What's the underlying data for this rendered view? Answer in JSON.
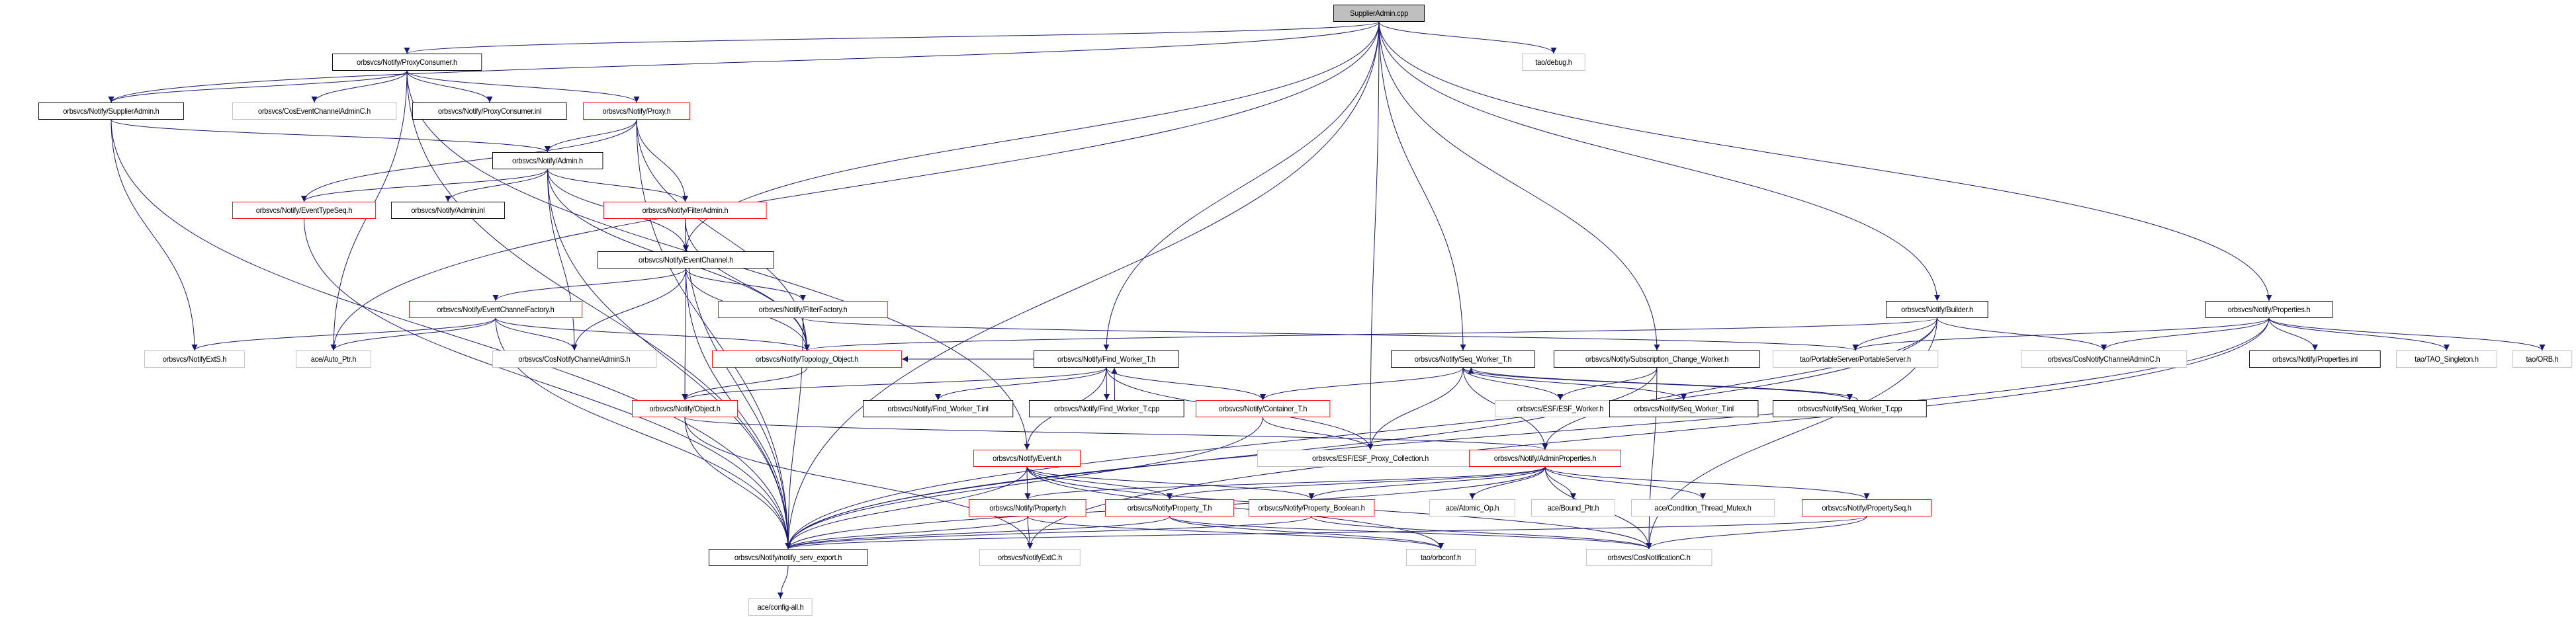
{
  "graph": {
    "title": "SupplierAdmin.cpp include dependency graph",
    "edge_color": "#191970",
    "node_styles": {
      "root": "#bfbfbf",
      "documented": "#000000",
      "truncated": "#ff0000",
      "external": "#bfbfbf"
    },
    "nodes": [
      {
        "id": "root",
        "label": "SupplierAdmin.cpp",
        "style": "root"
      },
      {
        "id": "debug",
        "label": "tao/debug.h",
        "style": "gray"
      },
      {
        "id": "proxycons",
        "label": "orbsvcs/Notify/ProxyConsumer.h",
        "style": "black"
      },
      {
        "id": "supadmin",
        "label": "orbsvcs/Notify/SupplierAdmin.h",
        "style": "black"
      },
      {
        "id": "coseca",
        "label": "orbsvcs/CosEventChannelAdminC.h",
        "style": "gray"
      },
      {
        "id": "proxyconsinl",
        "label": "orbsvcs/Notify/ProxyConsumer.inl",
        "style": "black"
      },
      {
        "id": "proxy",
        "label": "orbsvcs/Notify/Proxy.h",
        "style": "red"
      },
      {
        "id": "admin",
        "label": "orbsvcs/Notify/Admin.h",
        "style": "black"
      },
      {
        "id": "evtypeseq",
        "label": "orbsvcs/Notify/EventTypeSeq.h",
        "style": "red"
      },
      {
        "id": "admininl",
        "label": "orbsvcs/Notify/Admin.inl",
        "style": "black"
      },
      {
        "id": "filteradmin",
        "label": "orbsvcs/Notify/FilterAdmin.h",
        "style": "red"
      },
      {
        "id": "evchannel",
        "label": "orbsvcs/Notify/EventChannel.h",
        "style": "black"
      },
      {
        "id": "ecfactory",
        "label": "orbsvcs/Notify/EventChannelFactory.h",
        "style": "red"
      },
      {
        "id": "filterfactory",
        "label": "orbsvcs/Notify/FilterFactory.h",
        "style": "red"
      },
      {
        "id": "notifyexts",
        "label": "orbsvcs/NotifyExtS.h",
        "style": "gray"
      },
      {
        "id": "autoptr",
        "label": "ace/Auto_Ptr.h",
        "style": "gray"
      },
      {
        "id": "cosncas",
        "label": "orbsvcs/CosNotifyChannelAdminS.h",
        "style": "gray"
      },
      {
        "id": "topology",
        "label": "orbsvcs/Notify/Topology_Object.h",
        "style": "red"
      },
      {
        "id": "object",
        "label": "orbsvcs/Notify/Object.h",
        "style": "red"
      },
      {
        "id": "findworker",
        "label": "orbsvcs/Notify/Find_Worker_T.h",
        "style": "black"
      },
      {
        "id": "findworkerinl",
        "label": "orbsvcs/Notify/Find_Worker_T.inl",
        "style": "black"
      },
      {
        "id": "findworkercpp",
        "label": "orbsvcs/Notify/Find_Worker_T.cpp",
        "style": "black"
      },
      {
        "id": "container",
        "label": "orbsvcs/Notify/Container_T.h",
        "style": "red"
      },
      {
        "id": "event",
        "label": "orbsvcs/Notify/Event.h",
        "style": "red"
      },
      {
        "id": "esfproxy",
        "label": "orbsvcs/ESF/ESF_Proxy_Collection.h",
        "style": "gray"
      },
      {
        "id": "seqworker",
        "label": "orbsvcs/Notify/Seq_Worker_T.h",
        "style": "black"
      },
      {
        "id": "subchange",
        "label": "orbsvcs/Notify/Subscription_Change_Worker.h",
        "style": "black"
      },
      {
        "id": "portable",
        "label": "tao/PortableServer/PortableServer.h",
        "style": "gray"
      },
      {
        "id": "esfworker",
        "label": "orbsvcs/ESF/ESF_Worker.h",
        "style": "gray"
      },
      {
        "id": "seqworkerinl",
        "label": "orbsvcs/Notify/Seq_Worker_T.inl",
        "style": "black"
      },
      {
        "id": "seqworkercpp",
        "label": "orbsvcs/Notify/Seq_Worker_T.cpp",
        "style": "black"
      },
      {
        "id": "builder",
        "label": "orbsvcs/Notify/Builder.h",
        "style": "black"
      },
      {
        "id": "properties",
        "label": "orbsvcs/Notify/Properties.h",
        "style": "black"
      },
      {
        "id": "cosncac",
        "label": "orbsvcs/CosNotifyChannelAdminC.h",
        "style": "gray"
      },
      {
        "id": "propertiesinl",
        "label": "orbsvcs/Notify/Properties.inl",
        "style": "black"
      },
      {
        "id": "singleton",
        "label": "tao/TAO_Singleton.h",
        "style": "gray"
      },
      {
        "id": "orb",
        "label": "tao/ORB.h",
        "style": "gray"
      },
      {
        "id": "adminprops",
        "label": "orbsvcs/Notify/AdminProperties.h",
        "style": "red"
      },
      {
        "id": "property",
        "label": "orbsvcs/Notify/Property.h",
        "style": "red"
      },
      {
        "id": "propertyt",
        "label": "orbsvcs/Notify/Property_T.h",
        "style": "red"
      },
      {
        "id": "propbool",
        "label": "orbsvcs/Notify/Property_Boolean.h",
        "style": "red"
      },
      {
        "id": "atomic",
        "label": "ace/Atomic_Op.h",
        "style": "gray"
      },
      {
        "id": "boundptr",
        "label": "ace/Bound_Ptr.h",
        "style": "gray"
      },
      {
        "id": "condmutex",
        "label": "ace/Condition_Thread_Mutex.h",
        "style": "gray"
      },
      {
        "id": "propseq",
        "label": "orbsvcs/Notify/PropertySeq.h",
        "style": "red"
      },
      {
        "id": "export",
        "label": "orbsvcs/Notify/notify_serv_export.h",
        "style": "black"
      },
      {
        "id": "notifyextc",
        "label": "orbsvcs/NotifyExtC.h",
        "style": "gray"
      },
      {
        "id": "orbconf",
        "label": "tao/orbconf.h",
        "style": "gray"
      },
      {
        "id": "cosnotc",
        "label": "orbsvcs/CosNotificationC.h",
        "style": "gray"
      },
      {
        "id": "configall",
        "label": "ace/config-all.h",
        "style": "gray"
      }
    ],
    "edges": [
      [
        "root",
        "debug"
      ],
      [
        "root",
        "proxycons"
      ],
      [
        "root",
        "supadmin"
      ],
      [
        "root",
        "evchannel"
      ],
      [
        "root",
        "findworker"
      ],
      [
        "root",
        "seqworker"
      ],
      [
        "root",
        "subchange"
      ],
      [
        "root",
        "builder"
      ],
      [
        "root",
        "properties"
      ],
      [
        "root",
        "export"
      ],
      [
        "root",
        "autoptr"
      ],
      [
        "root",
        "esfproxy"
      ],
      [
        "proxycons",
        "supadmin"
      ],
      [
        "proxycons",
        "coseca"
      ],
      [
        "proxycons",
        "proxyconsinl"
      ],
      [
        "proxycons",
        "proxy"
      ],
      [
        "proxycons",
        "export"
      ],
      [
        "proxycons",
        "event"
      ],
      [
        "proxycons",
        "autoptr"
      ],
      [
        "supadmin",
        "admin"
      ],
      [
        "supadmin",
        "notifyexts"
      ],
      [
        "supadmin",
        "export"
      ],
      [
        "proxy",
        "admin"
      ],
      [
        "proxy",
        "evtypeseq"
      ],
      [
        "proxy",
        "filteradmin"
      ],
      [
        "proxy",
        "topology"
      ],
      [
        "proxy",
        "export"
      ],
      [
        "admin",
        "evtypeseq"
      ],
      [
        "admin",
        "admininl"
      ],
      [
        "admin",
        "filteradmin"
      ],
      [
        "admin",
        "evchannel"
      ],
      [
        "admin",
        "topology"
      ],
      [
        "admin",
        "export"
      ],
      [
        "admin",
        "cosncas"
      ],
      [
        "evtypeseq",
        "export"
      ],
      [
        "filteradmin",
        "evchannel"
      ],
      [
        "filteradmin",
        "topology"
      ],
      [
        "filteradmin",
        "export"
      ],
      [
        "evchannel",
        "ecfactory"
      ],
      [
        "evchannel",
        "filterfactory"
      ],
      [
        "evchannel",
        "topology"
      ],
      [
        "evchannel",
        "cosncas"
      ],
      [
        "evchannel",
        "object"
      ],
      [
        "evchannel",
        "export"
      ],
      [
        "ecfactory",
        "notifyexts"
      ],
      [
        "ecfactory",
        "autoptr"
      ],
      [
        "ecfactory",
        "cosncas"
      ],
      [
        "ecfactory",
        "topology"
      ],
      [
        "ecfactory",
        "export"
      ],
      [
        "filterfactory",
        "topology"
      ],
      [
        "filterfactory",
        "portable"
      ],
      [
        "filterfactory",
        "export"
      ],
      [
        "topology",
        "object"
      ],
      [
        "object",
        "export"
      ],
      [
        "object",
        "notifyextc"
      ],
      [
        "object",
        "adminprops"
      ],
      [
        "findworker",
        "topology"
      ],
      [
        "findworker",
        "findworkerinl"
      ],
      [
        "findworker",
        "findworkercpp"
      ],
      [
        "findworker",
        "container"
      ],
      [
        "findworker",
        "object"
      ],
      [
        "findworker",
        "event"
      ],
      [
        "findworker",
        "esfproxy"
      ],
      [
        "findworkercpp",
        "findworker"
      ],
      [
        "container",
        "esfproxy"
      ],
      [
        "container",
        "export"
      ],
      [
        "event",
        "property"
      ],
      [
        "event",
        "propertyt"
      ],
      [
        "event",
        "propbool"
      ],
      [
        "event",
        "export"
      ],
      [
        "event",
        "cosnotc"
      ],
      [
        "event",
        "orbconf"
      ],
      [
        "seqworker",
        "container"
      ],
      [
        "seqworker",
        "esfworker"
      ],
      [
        "seqworker",
        "seqworkerinl"
      ],
      [
        "seqworker",
        "seqworkercpp"
      ],
      [
        "seqworker",
        "esfproxy"
      ],
      [
        "seqworker",
        "adminprops"
      ],
      [
        "seqworkercpp",
        "seqworker"
      ],
      [
        "subchange",
        "esfworker"
      ],
      [
        "subchange",
        "export"
      ],
      [
        "subchange",
        "cosnotc"
      ],
      [
        "builder",
        "topology"
      ],
      [
        "builder",
        "portable"
      ],
      [
        "builder",
        "cosncac"
      ],
      [
        "builder",
        "adminprops"
      ],
      [
        "builder",
        "export"
      ],
      [
        "builder",
        "cosnotc"
      ],
      [
        "properties",
        "portable"
      ],
      [
        "properties",
        "cosncac"
      ],
      [
        "properties",
        "propertiesinl"
      ],
      [
        "properties",
        "singleton"
      ],
      [
        "properties",
        "orb"
      ],
      [
        "properties",
        "export"
      ],
      [
        "properties",
        "notifyextc"
      ],
      [
        "adminprops",
        "atomic"
      ],
      [
        "adminprops",
        "boundptr"
      ],
      [
        "adminprops",
        "condmutex"
      ],
      [
        "adminprops",
        "propseq"
      ],
      [
        "adminprops",
        "propbool"
      ],
      [
        "adminprops",
        "propertyt"
      ],
      [
        "adminprops",
        "property"
      ],
      [
        "adminprops",
        "export"
      ],
      [
        "adminprops",
        "cosnotc"
      ],
      [
        "property",
        "export"
      ],
      [
        "property",
        "notifyextc"
      ],
      [
        "property",
        "orbconf"
      ],
      [
        "propertyt",
        "export"
      ],
      [
        "propertyt",
        "orbconf"
      ],
      [
        "propertyt",
        "cosnotc"
      ],
      [
        "propbool",
        "export"
      ],
      [
        "propbool",
        "cosnotc"
      ],
      [
        "propseq",
        "export"
      ],
      [
        "propseq",
        "cosnotc"
      ],
      [
        "export",
        "configall"
      ]
    ]
  }
}
